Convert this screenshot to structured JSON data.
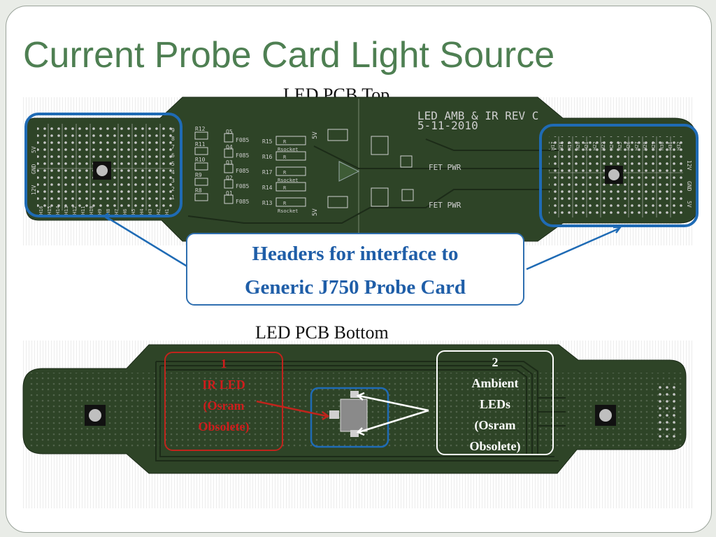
{
  "slide": {
    "title": "Current Probe Card Light Source",
    "top_caption": "LED PCB Top",
    "bottom_caption": "LED PCB Bottom"
  },
  "header_callout": {
    "line1": "Headers for interface to",
    "line2": "Generic J750 Probe Card"
  },
  "top_board": {
    "silk_title": "LED AMB & IR REV C",
    "silk_date": "5-11-2010",
    "fet_pwr_label": "FET PWR",
    "left_header_numbers": [
      "9",
      "8",
      "7",
      "6",
      "5",
      "4",
      "3",
      "2",
      "1"
    ],
    "left_header_pins": [
      "H16",
      "H15",
      "H14",
      "H13",
      "H12",
      "H11",
      "H10",
      "H9",
      "H8",
      "H7",
      "H6",
      "H5",
      "H4",
      "H3",
      "H2",
      "H1"
    ],
    "left_power_labels": [
      "12V",
      "GND",
      "5V"
    ],
    "right_header_pins": [
      "H17",
      "H18",
      "H19",
      "H20",
      "H21",
      "H22",
      "H23",
      "H24",
      "H25",
      "H26",
      "H27",
      "H28",
      "H29",
      "H30",
      "H31",
      "H32"
    ],
    "right_power_labels": [
      "12V",
      "GND",
      "5V"
    ],
    "resistors": [
      "R12",
      "R11",
      "R10",
      "R9",
      "R8"
    ],
    "resistors_right": [
      "R15",
      "R16",
      "R17",
      "R14",
      "R13"
    ],
    "fets": [
      "Q5",
      "Q4",
      "Q3",
      "Q2",
      "Q1"
    ],
    "fet_part": "F085",
    "socket_label": "Rsocket",
    "socket_r": "R",
    "five_v": "5V"
  },
  "ir_note": {
    "num": "1",
    "line1": "IR LED",
    "line2": "(Osram",
    "line3": "Obsolete)"
  },
  "ambient_note": {
    "num": "2",
    "line1": "Ambient",
    "line2": "LEDs",
    "line3": "(Osram",
    "line4": "Obsolete)"
  },
  "colors": {
    "title": "#4e7f52",
    "pcb": "#2e4427",
    "callout_blue": "#1f5ea8",
    "ir_red": "#d01c1c"
  }
}
